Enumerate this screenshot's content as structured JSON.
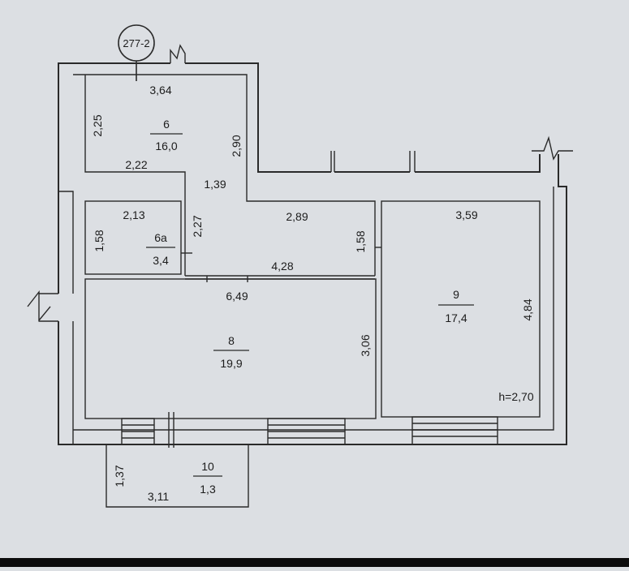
{
  "marker": {
    "label": "277-2"
  },
  "rooms": [
    {
      "number": "6",
      "area": "16,0"
    },
    {
      "number": "6a",
      "area": "3,4"
    },
    {
      "number": "8",
      "area": "19,9"
    },
    {
      "number": "9",
      "area": "17,4"
    },
    {
      "number": "10",
      "area": "1,3"
    }
  ],
  "dims": {
    "r6_top": "3,64",
    "r6_left": "2,25",
    "r6_bottom": "2,22",
    "r6_right": "2,90",
    "hall_width": "1,39",
    "hall_height": "2,27",
    "r6a_top": "2,13",
    "r6a_left": "1,58",
    "corr_top": "2,89",
    "corr_bottom": "4,28",
    "corr_right": "1,58",
    "r8_top": "6,49",
    "r8_right": "3,06",
    "r9_top": "3,59",
    "r9_right": "4,84",
    "r10_left": "1,37",
    "r10_bottom": "3,11"
  },
  "ceiling_height": "h=2,70"
}
